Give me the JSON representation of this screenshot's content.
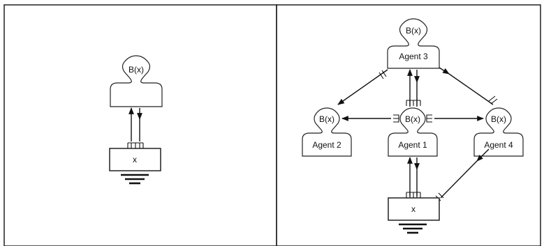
{
  "left_panel": {
    "agent": {
      "head_label": "B(x)",
      "name": ""
    },
    "environment_box": {
      "label": "x"
    }
  },
  "right_panel": {
    "agents": [
      {
        "id": "agent3",
        "head_label": "B(x)",
        "name": "Agent 3"
      },
      {
        "id": "agent1",
        "head_label": "B(x)",
        "name": "Agent 1"
      },
      {
        "id": "agent2",
        "head_label": "B(x)",
        "name": "Agent 2"
      },
      {
        "id": "agent4",
        "head_label": "B(x)",
        "name": "Agent 4"
      }
    ],
    "environment_box": {
      "label": "x"
    }
  }
}
